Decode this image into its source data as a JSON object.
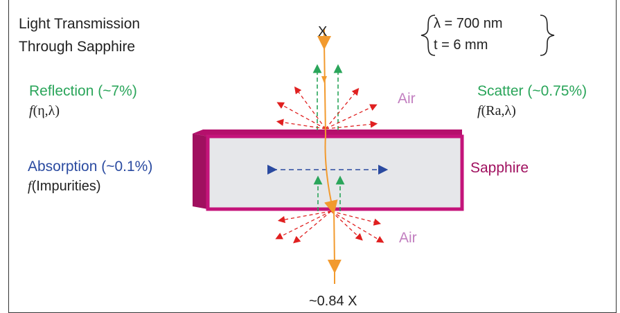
{
  "title": {
    "line1": "Light Transmission",
    "line2": "Through Sapphire"
  },
  "params": {
    "wavelength": "λ = 700 nm",
    "thickness": "t = 6 mm"
  },
  "incident_label": "X",
  "transmitted_label": "~0.84 X",
  "reflection": {
    "label": "Reflection (~7%)",
    "fn_prefix": "f",
    "fn_args": "(η,λ)"
  },
  "scatter": {
    "label": "Scatter (~0.75%)",
    "fn_prefix": "f",
    "fn_args": "(Ra,λ)"
  },
  "absorption": {
    "label": "Absorption (~0.1%)",
    "fn_prefix": "f",
    "fn_args": "(Impurities)"
  },
  "material_label": "Sapphire",
  "medium_top": "Air",
  "medium_bottom": "Air",
  "colors": {
    "beam": "#f29a2e",
    "reflection": "#2aa55a",
    "scatter_arrows": "#e02020",
    "absorption": "#2a4aa0",
    "sapphire_front": "#e6e7ea",
    "sapphire_edge": "#c4147a",
    "sapphire_side": "#a0105f",
    "air_label": "#c27fc0",
    "title": "#222222"
  }
}
